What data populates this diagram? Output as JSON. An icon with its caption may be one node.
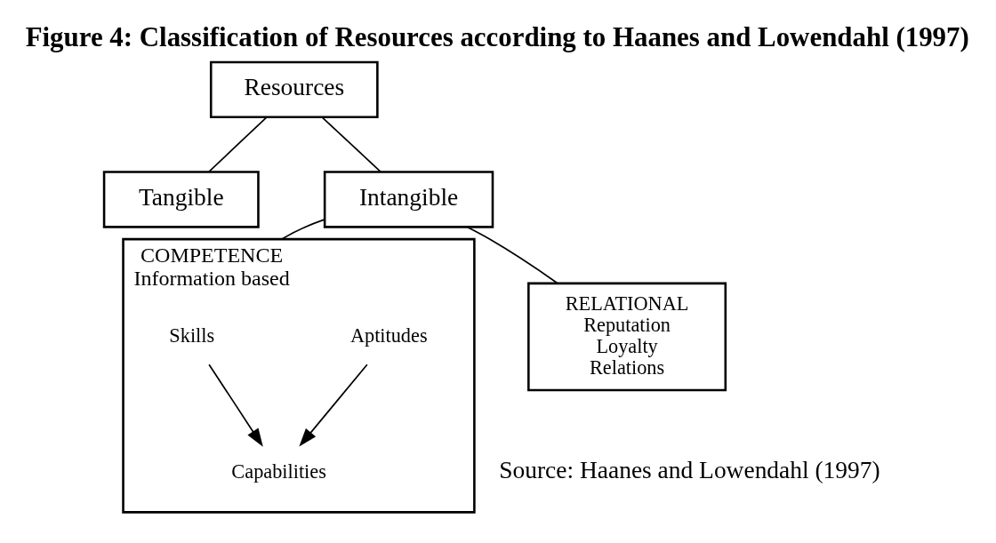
{
  "diagram": {
    "title": "Figure 4: Classification of Resources according to Haanes and Lowendahl (1997)",
    "caption": "Source: Haanes and Lowendahl (1997)",
    "nodes": [
      {
        "text": [
          "Resources"
        ]
      },
      {
        "text": [
          "Tangible"
        ]
      },
      {
        "text": [
          "Intangible"
        ]
      },
      {
        "text": [
          "COMPETENCE",
          "Information based"
        ]
      },
      {
        "text": [
          "Skills"
        ],
        "in": 3
      },
      {
        "text": [
          "Capabilities"
        ],
        "in": 3
      },
      {
        "text": [
          "Aptitudes"
        ],
        "in": 3
      },
      {
        "text": [
          "RELATIONAL",
          "Reputation",
          "Loyalty",
          "Relations"
        ]
      }
    ],
    "edges": [
      {
        "from": 0,
        "to": 1,
        "arrow": "none"
      },
      {
        "from": 0,
        "to": 2,
        "arrow": "none"
      },
      {
        "from": 2,
        "to": 3,
        "arrow": "none"
      },
      {
        "from": 2,
        "to": 7,
        "arrow": "none"
      },
      {
        "from": 4,
        "to": 5,
        "arrow": "to"
      },
      {
        "from": 6,
        "to": 5,
        "arrow": "to"
      }
    ]
  }
}
